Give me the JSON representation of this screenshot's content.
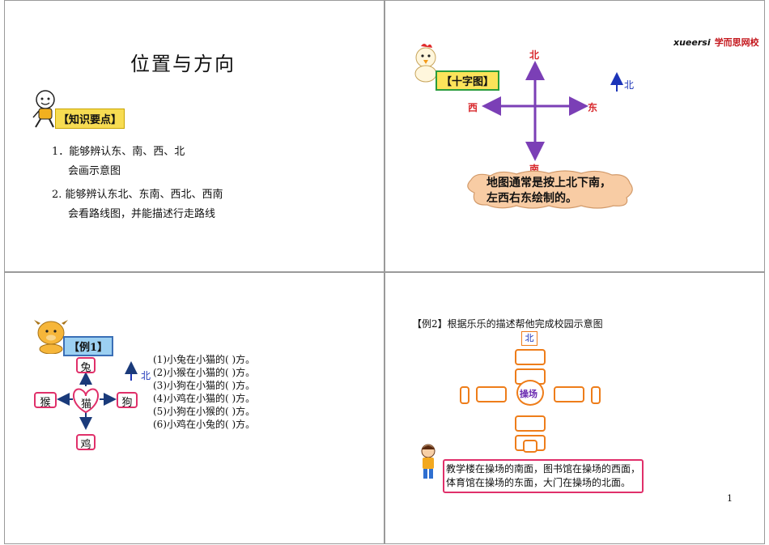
{
  "slide1": {
    "title": "位置与方向",
    "tag": "【知识要点】",
    "items": [
      "1．能够辨认东、南、西、北",
      "会画示意图",
      "2. 能够辨认东北、东南、西北、西南",
      "会看路线图，并能描述行走路线"
    ]
  },
  "slide2": {
    "brand_a": "xueersi",
    "brand_b": "学而思网校",
    "tag": "【十字图】",
    "north": "北",
    "south": "南",
    "west": "西",
    "east": "东",
    "compass_label": "北",
    "cloud_line1": "地图通常是按上北下南，",
    "cloud_line2": "左西右东绘制的。"
  },
  "slide3": {
    "tag": "【例1】",
    "center": "猫",
    "top": "兔",
    "left": "猴",
    "right": "狗",
    "bottom": "鸡",
    "compass_label": "北",
    "questions": [
      "(1)小兔在小猫的(    )方。",
      "(2)小猴在小猫的(    )方。",
      "(3)小狗在小猫的(    )方。",
      "(4)小鸡在小猫的(    )方。",
      "(5)小狗在小猴的(    )方。",
      "(6)小鸡在小兔的(    )方。"
    ]
  },
  "slide4": {
    "heading": "【例2】根据乐乐的描述帮他完成校园示意图",
    "north": "北",
    "center": "操场",
    "desc_line1": "教学楼在操场的南面，图书馆在操场的西面，",
    "desc_line2": "体育馆在操场的东面，大门在操场的北面。",
    "page_number": "1"
  },
  "colors": {
    "arrow_purple": "#7b3fb6",
    "label_red": "#d8282c",
    "box_pink": "#e0306a",
    "box_orange": "#ee7d1a",
    "tag_yellow": "#f7dc52",
    "cloud_fill": "#f8cca4"
  }
}
